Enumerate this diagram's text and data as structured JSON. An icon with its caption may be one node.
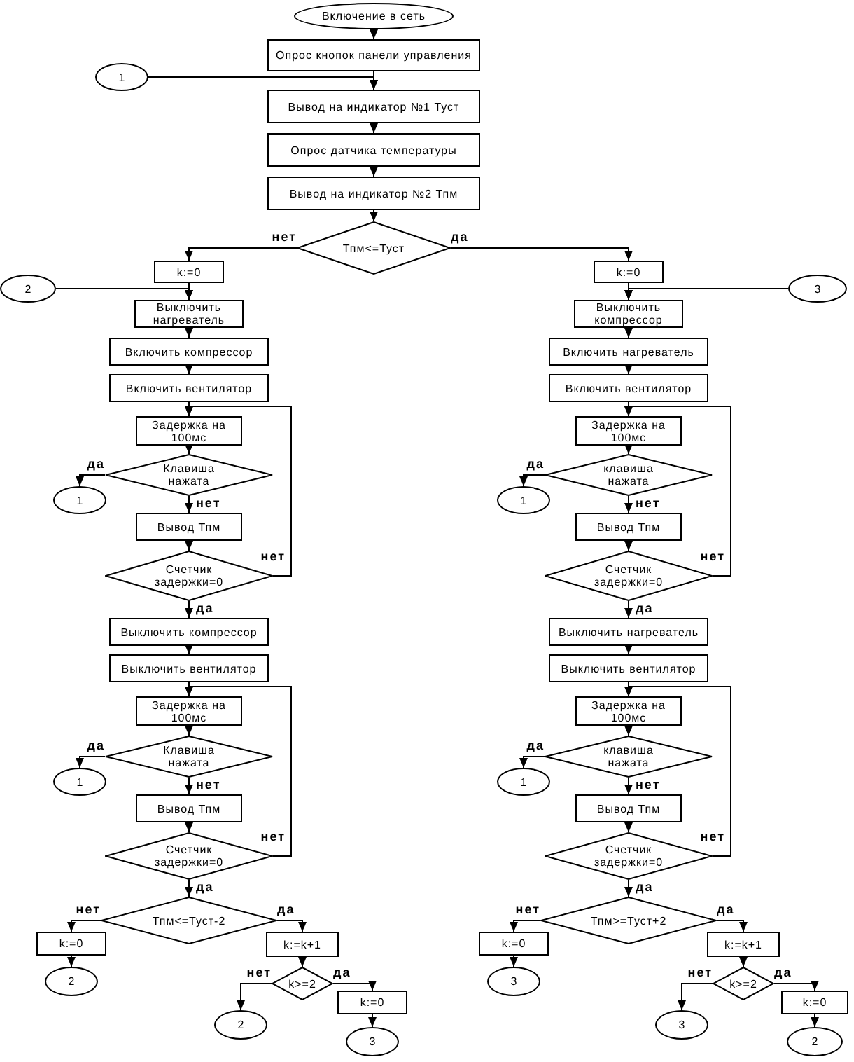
{
  "diagram": {
    "nodes": [
      {
        "text": [
          "Включение в сеть"
        ]
      },
      {
        "text": [
          "Опрос кнопок панели управления"
        ]
      },
      {
        "text": [
          "1"
        ]
      },
      {
        "text": [
          "Вывод на индикатор №1 Туст"
        ]
      },
      {
        "text": [
          "Опрос датчика температуры"
        ]
      },
      {
        "text": [
          "Вывод на индикатор №2 Тпм"
        ]
      },
      {
        "text": [
          "Тпм<=Туст"
        ]
      },
      {
        "text": [
          "k:=0"
        ]
      },
      {
        "text": [
          "2"
        ]
      },
      {
        "text": [
          "Выключить нагреватель"
        ]
      },
      {
        "text": [
          "Включить компрессор"
        ]
      },
      {
        "text": [
          "Включить вентилятор"
        ]
      },
      {
        "text": [
          "Задержка на 100мс"
        ]
      },
      {
        "text": [
          "Клавиша нажата"
        ]
      },
      {
        "text": [
          "1"
        ]
      },
      {
        "text": [
          "Вывод Тпм"
        ]
      },
      {
        "text": [
          "Счетчик задержки=0"
        ]
      },
      {
        "text": [
          "Выключить компрессор"
        ]
      },
      {
        "text": [
          "Выключить вентилятор"
        ]
      },
      {
        "text": [
          "Задержка на 100мс"
        ]
      },
      {
        "text": [
          "Клавиша нажата"
        ]
      },
      {
        "text": [
          "1"
        ]
      },
      {
        "text": [
          "Вывод Тпм"
        ]
      },
      {
        "text": [
          "Счетчик задержки=0"
        ]
      },
      {
        "text": [
          "Тпм<=Туст-2"
        ]
      },
      {
        "text": [
          "k:=0"
        ]
      },
      {
        "text": [
          "2"
        ]
      },
      {
        "text": [
          "k:=k+1"
        ]
      },
      {
        "text": [
          "k>=2"
        ]
      },
      {
        "text": [
          "2"
        ]
      },
      {
        "text": [
          "k:=0"
        ]
      },
      {
        "text": [
          "3"
        ]
      },
      {
        "text": [
          "k:=0"
        ]
      },
      {
        "text": [
          "3"
        ]
      },
      {
        "text": [
          "Выключить компрессор"
        ]
      },
      {
        "text": [
          "Включить нагреватель"
        ]
      },
      {
        "text": [
          "Включить вентилятор"
        ]
      },
      {
        "text": [
          "Задержка на 100мс"
        ]
      },
      {
        "text": [
          "клавиша нажата"
        ]
      },
      {
        "text": [
          "1"
        ]
      },
      {
        "text": [
          "Вывод Тпм"
        ]
      },
      {
        "text": [
          "Счетчик задержки=0"
        ]
      },
      {
        "text": [
          "Выключить нагреватель"
        ]
      },
      {
        "text": [
          "Выключить вентилятор"
        ]
      },
      {
        "text": [
          "Задержка на 100мс"
        ]
      },
      {
        "text": [
          "клавиша нажата"
        ]
      },
      {
        "text": [
          "1"
        ]
      },
      {
        "text": [
          "Вывод Тпм"
        ]
      },
      {
        "text": [
          "Счетчик задержки=0"
        ]
      },
      {
        "text": [
          "Тпм>=Туст+2"
        ]
      },
      {
        "text": [
          "k:=0"
        ]
      },
      {
        "text": [
          "3"
        ]
      },
      {
        "text": [
          "k:=k+1"
        ]
      },
      {
        "text": [
          "k>=2"
        ]
      },
      {
        "text": [
          "3"
        ]
      },
      {
        "text": [
          "k:=0"
        ]
      },
      {
        "text": [
          "2"
        ]
      }
    ],
    "edges": [
      {
        "from": 0,
        "to": 1,
        "arrow": "to"
      },
      {
        "from": 1,
        "to": 3,
        "arrow": "to"
      },
      {
        "from": 2,
        "to": 3,
        "arrow": "to"
      },
      {
        "from": 3,
        "to": 4,
        "arrow": "to"
      },
      {
        "from": 4,
        "to": 5,
        "arrow": "to"
      },
      {
        "from": 5,
        "to": 6,
        "arrow": "to"
      },
      {
        "from": 6,
        "to": 7,
        "arrow": "to",
        "label": "нет"
      },
      {
        "from": 6,
        "to": 32,
        "arrow": "to",
        "label": "да"
      },
      {
        "from": 7,
        "to": 9,
        "arrow": "to"
      },
      {
        "from": 8,
        "to": 9,
        "arrow": "to"
      },
      {
        "from": 9,
        "to": 10,
        "arrow": "to"
      },
      {
        "from": 10,
        "to": 11,
        "arrow": "to"
      },
      {
        "from": 11,
        "to": 12,
        "arrow": "to"
      },
      {
        "from": 12,
        "to": 13,
        "arrow": "to"
      },
      {
        "from": 13,
        "to": 14,
        "arrow": "to",
        "label": "да"
      },
      {
        "from": 13,
        "to": 15,
        "arrow": "to",
        "label": "нет"
      },
      {
        "from": 15,
        "to": 16,
        "arrow": "to"
      },
      {
        "from": 16,
        "to": 12,
        "arrow": "to",
        "label": "нет"
      },
      {
        "from": 16,
        "to": 17,
        "arrow": "to",
        "label": "да"
      },
      {
        "from": 17,
        "to": 18,
        "arrow": "to"
      },
      {
        "from": 18,
        "to": 19,
        "arrow": "to"
      },
      {
        "from": 19,
        "to": 20,
        "arrow": "to"
      },
      {
        "from": 20,
        "to": 21,
        "arrow": "to",
        "label": "да"
      },
      {
        "from": 20,
        "to": 22,
        "arrow": "to",
        "label": "нет"
      },
      {
        "from": 22,
        "to": 23,
        "arrow": "to"
      },
      {
        "from": 23,
        "to": 19,
        "arrow": "to",
        "label": "нет"
      },
      {
        "from": 23,
        "to": 24,
        "arrow": "to",
        "label": "да"
      },
      {
        "from": 24,
        "to": 25,
        "arrow": "to",
        "label": "нет"
      },
      {
        "from": 24,
        "to": 27,
        "arrow": "to",
        "label": "да"
      },
      {
        "from": 25,
        "to": 26,
        "arrow": "to"
      },
      {
        "from": 27,
        "to": 28,
        "arrow": "to"
      },
      {
        "from": 28,
        "to": 29,
        "arrow": "to",
        "label": "нет"
      },
      {
        "from": 28,
        "to": 30,
        "arrow": "to",
        "label": "да"
      },
      {
        "from": 30,
        "to": 31,
        "arrow": "to"
      },
      {
        "from": 32,
        "to": 34,
        "arrow": "to"
      },
      {
        "from": 33,
        "to": 34,
        "arrow": "to"
      },
      {
        "from": 34,
        "to": 35,
        "arrow": "to"
      },
      {
        "from": 35,
        "to": 36,
        "arrow": "to"
      },
      {
        "from": 36,
        "to": 37,
        "arrow": "to"
      },
      {
        "from": 37,
        "to": 38,
        "arrow": "to"
      },
      {
        "from": 38,
        "to": 39,
        "arrow": "to",
        "label": "да"
      },
      {
        "from": 38,
        "to": 40,
        "arrow": "to",
        "label": "нет"
      },
      {
        "from": 40,
        "to": 41,
        "arrow": "to"
      },
      {
        "from": 41,
        "to": 37,
        "arrow": "to",
        "label": "нет"
      },
      {
        "from": 41,
        "to": 42,
        "arrow": "to",
        "label": "да"
      },
      {
        "from": 42,
        "to": 43,
        "arrow": "to"
      },
      {
        "from": 43,
        "to": 44,
        "arrow": "to"
      },
      {
        "from": 44,
        "to": 45,
        "arrow": "to"
      },
      {
        "from": 45,
        "to": 46,
        "arrow": "to",
        "label": "да"
      },
      {
        "from": 45,
        "to": 47,
        "arrow": "to",
        "label": "нет"
      },
      {
        "from": 47,
        "to": 48,
        "arrow": "to"
      },
      {
        "from": 48,
        "to": 44,
        "arrow": "to",
        "label": "нет"
      },
      {
        "from": 48,
        "to": 49,
        "arrow": "to",
        "label": "да"
      },
      {
        "from": 49,
        "to": 50,
        "arrow": "to",
        "label": "нет"
      },
      {
        "from": 49,
        "to": 52,
        "arrow": "to",
        "label": "да"
      },
      {
        "from": 50,
        "to": 51,
        "arrow": "to"
      },
      {
        "from": 52,
        "to": 53,
        "arrow": "to"
      },
      {
        "from": 53,
        "to": 54,
        "arrow": "to",
        "label": "нет"
      },
      {
        "from": 53,
        "to": 55,
        "arrow": "to",
        "label": "да"
      },
      {
        "from": 55,
        "to": 56,
        "arrow": "to"
      }
    ]
  }
}
